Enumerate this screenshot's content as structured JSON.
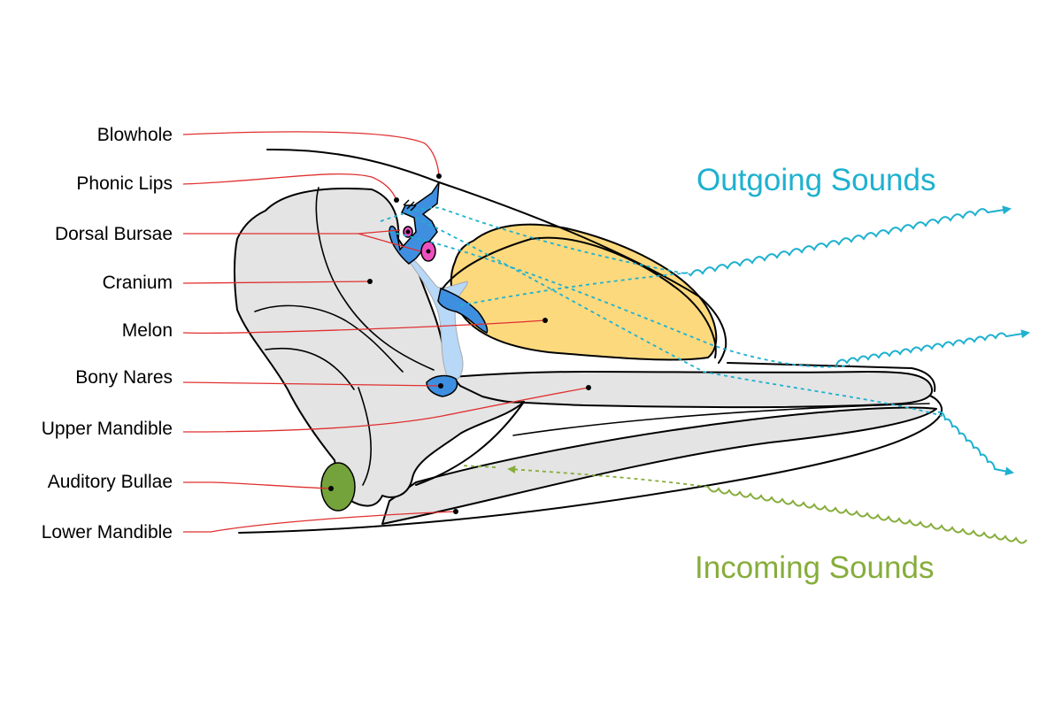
{
  "labels": {
    "blowhole": "Blowhole",
    "phonic_lips": "Phonic Lips",
    "dorsal_bursae": "Dorsal Bursae",
    "cranium": "Cranium",
    "melon": "Melon",
    "bony_nares": "Bony Nares",
    "upper_mandible": "Upper Mandible",
    "auditory_bullae": "Auditory Bullae",
    "lower_mandible": "Lower Mandible"
  },
  "headings": {
    "outgoing": "Outgoing Sounds",
    "incoming": "Incoming Sounds"
  },
  "colors": {
    "outgoing": "#1eb1cf",
    "incoming": "#86ad3b",
    "leader": "#e03030",
    "melon": "#fdd97e",
    "nasal_passage": "#3e8fe0",
    "air_sac": "#b8d8f8",
    "bursae": "#ee4fbf",
    "bullae": "#74a23b",
    "bone": "#e4e4e4"
  }
}
